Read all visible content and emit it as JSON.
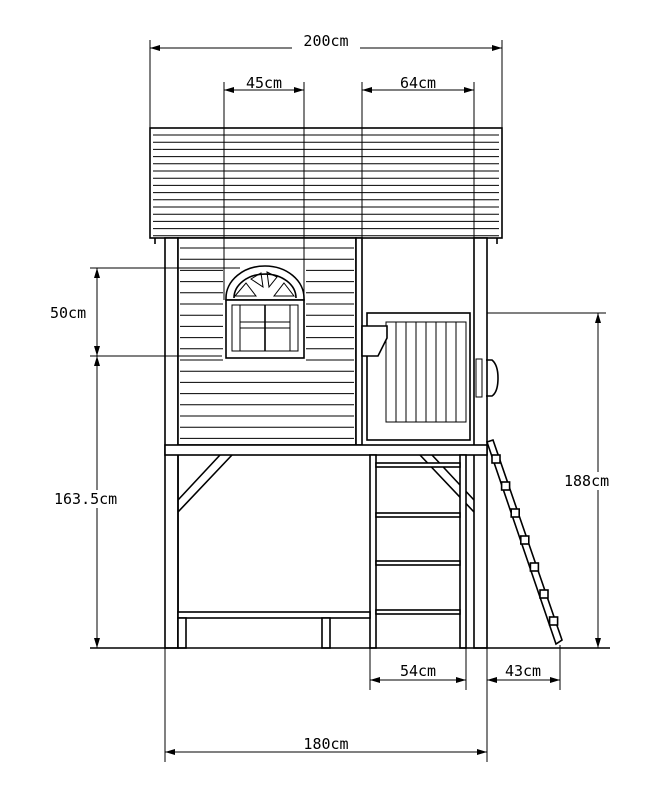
{
  "title": "Playhouse front elevation with dimensions",
  "dimensions": {
    "total_roof_width": "200cm",
    "window_width": "45cm",
    "door_width": "64cm",
    "window_height": "50cm",
    "floor_to_ground": "163.5cm",
    "door_top_to_ground": "188cm",
    "ladder_width": "54cm",
    "ramp_depth": "43cm",
    "base_width": "180cm"
  }
}
